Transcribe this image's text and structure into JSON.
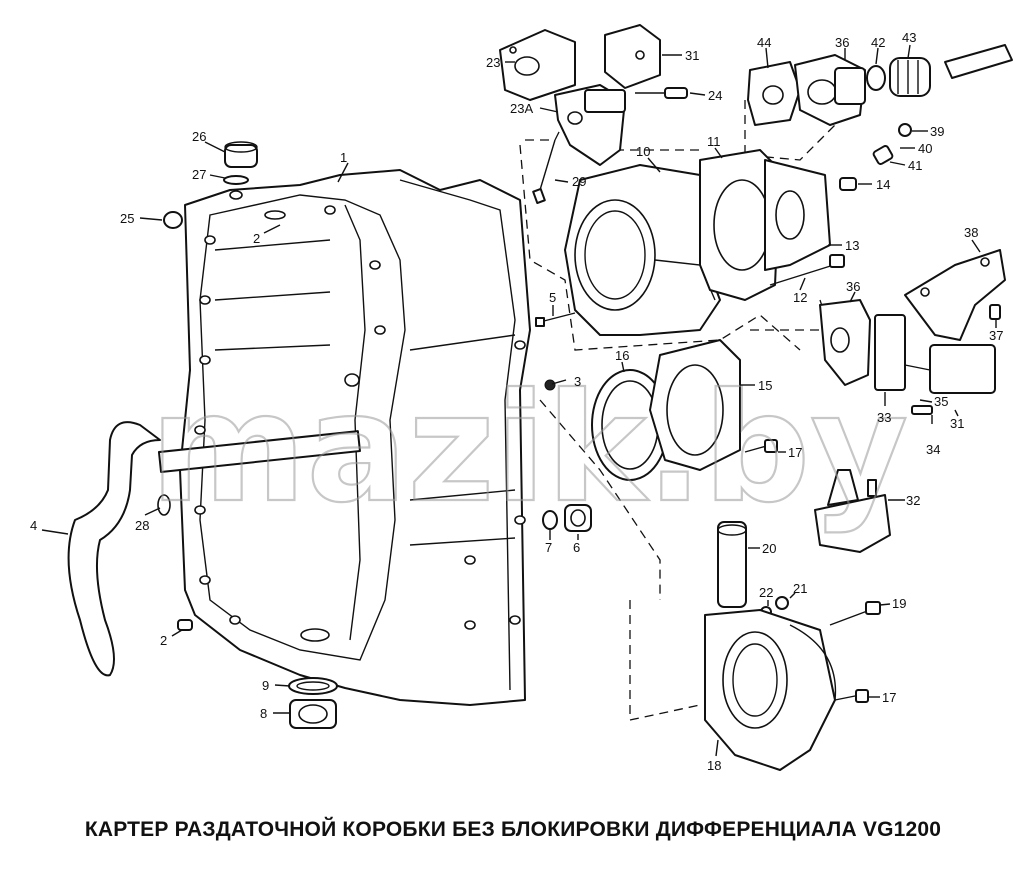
{
  "caption": "КАРТЕР РАЗДАТОЧНОЙ КОРОБКИ БЕЗ БЛОКИРОВКИ  ДИФФЕРЕНЦИАЛА VG1200",
  "watermark": "mazik.by",
  "callouts": [
    "1",
    "2",
    "2",
    "3",
    "4",
    "5",
    "6",
    "7",
    "8",
    "9",
    "10",
    "11",
    "12",
    "13",
    "14",
    "15",
    "16",
    "17",
    "17",
    "18",
    "19",
    "20",
    "21",
    "22",
    "23",
    "23А",
    "24",
    "25",
    "26",
    "27",
    "28",
    "29",
    "31",
    "31",
    "32",
    "33",
    "34",
    "35",
    "36",
    "36",
    "37",
    "38",
    "39",
    "40",
    "41",
    "42",
    "43",
    "44"
  ]
}
